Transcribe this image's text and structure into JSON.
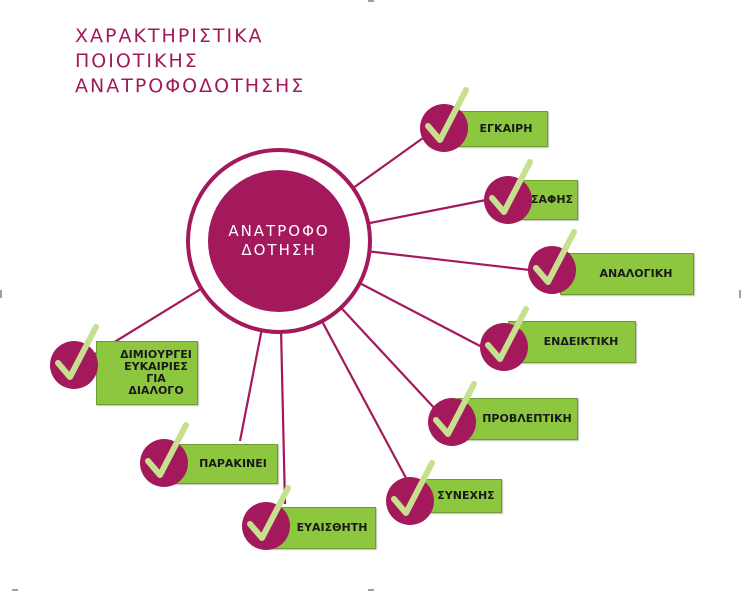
{
  "title_lines": [
    "ΧΑΡΑΚΤΗΡΙΣΤΙΚΑ",
    "ΠΟΙΟΤΙΚΗΣ",
    "ΑΝΑΤΡΟΦΟΔΟΤΗΣΗΣ"
  ],
  "hub_label": "ΑΝΑΤΡΟΦΟ\nΔΟΤΗΣΗ",
  "colors": {
    "accent": "#a3195b",
    "box": "#8dc63f",
    "check": "#c7e08f"
  },
  "nodes": [
    {
      "id": "egkairi",
      "label": "ΕΓΚΑΙΡΗ"
    },
    {
      "id": "safis",
      "label": "ΣΑΦΗΣ"
    },
    {
      "id": "analogiki",
      "label": "ΑΝΑΛΟΓΙΚΗ"
    },
    {
      "id": "endeiktiki",
      "label": "ΕΝΔΕΙΚΤΙΚΗ"
    },
    {
      "id": "provleptiki",
      "label": "ΠΡΟΒΛΕΠΤΙΚΗ"
    },
    {
      "id": "synechis",
      "label": "ΣΥΝΕΧΗΣ"
    },
    {
      "id": "evaisthiti",
      "label": "ΕΥΑΙΣΘΗΤΗ"
    },
    {
      "id": "parakinei",
      "label": "ΠΑΡΑΚΙΝΕΙ"
    },
    {
      "id": "dialogos",
      "label": "ΔΙΜΙΟΥΡΓΕΙ\nΕΥΚΑΙΡΙΕΣ ΓΙΑ\nΔΙΑΛΟΓΟ"
    }
  ],
  "check_icon": "check-icon"
}
